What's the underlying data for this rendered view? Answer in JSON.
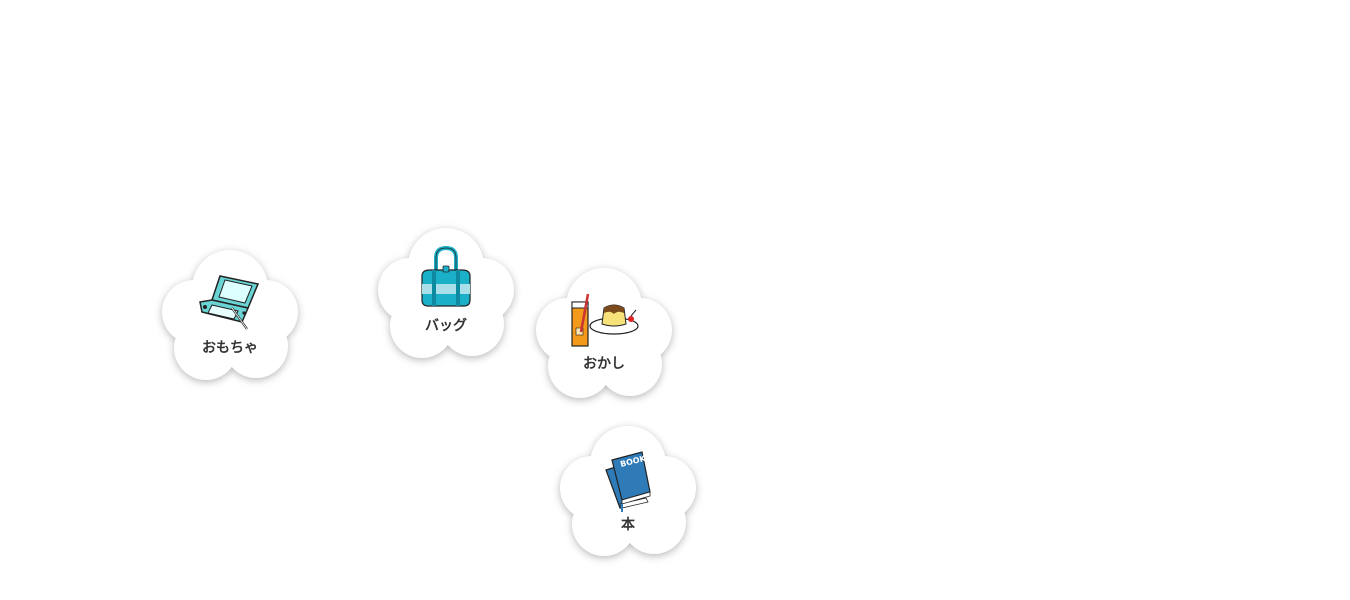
{
  "categories": [
    {
      "id": "toy",
      "label": "おもちゃ",
      "icon": "game-console-icon"
    },
    {
      "id": "bag",
      "label": "バッグ",
      "icon": "bag-icon"
    },
    {
      "id": "sweets",
      "label": "おかし",
      "icon": "sweets-icon"
    },
    {
      "id": "book",
      "label": "本",
      "icon": "book-icon",
      "icon_text": "BOOK"
    }
  ],
  "colors": {
    "teal": "#5fcfcf",
    "bag": "#1ab0c8",
    "juice": "#f39a1a",
    "pudding": "#f7e27a",
    "book": "#2e7bb8",
    "label": "#333333"
  }
}
